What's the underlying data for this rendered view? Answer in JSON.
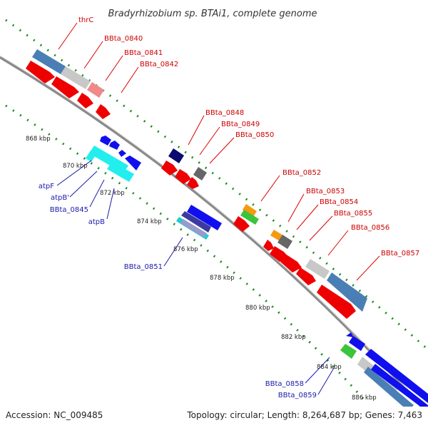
{
  "title": "Bradyrhizobium sp. BTAi1, complete genome",
  "footer": {
    "accession": "Accession: NC_009485",
    "summary": "Topology: circular; Length: 8,264,687 bp; Genes: 7,463"
  },
  "ticks": [
    "868 kbp",
    "870 kbp",
    "872 kbp",
    "874 kbp",
    "876 kbp",
    "878 kbp",
    "880 kbp",
    "882 kbp",
    "884 kbp",
    "886 kbp"
  ],
  "labels_forward": [
    "thrC",
    "BBta_0840",
    "BBta_0841",
    "BBta_0842",
    "BBta_0848",
    "BBta_0849",
    "BBta_0850",
    "BBta_0852",
    "BBta_0853",
    "BBta_0854",
    "BBta_0855",
    "BBta_0856",
    "BBta_0857"
  ],
  "labels_reverse": [
    "atpF",
    "atpB'",
    "BBta_0845",
    "atpB",
    "BBta_0851",
    "BBta_0858",
    "BBta_0859"
  ],
  "colors": {
    "red": "#ee0000",
    "steelblue": "#4a7fb5",
    "lightgray": "#c8c8c8",
    "pink": "#f08a8a",
    "navy": "#0a0a70",
    "darkgray": "#666666",
    "orange": "#f59a10",
    "green": "#3cc43c",
    "cyan": "#22eeee",
    "blue": "#1010ee",
    "backbone": "#888888",
    "dots": "#1a8a1a"
  }
}
